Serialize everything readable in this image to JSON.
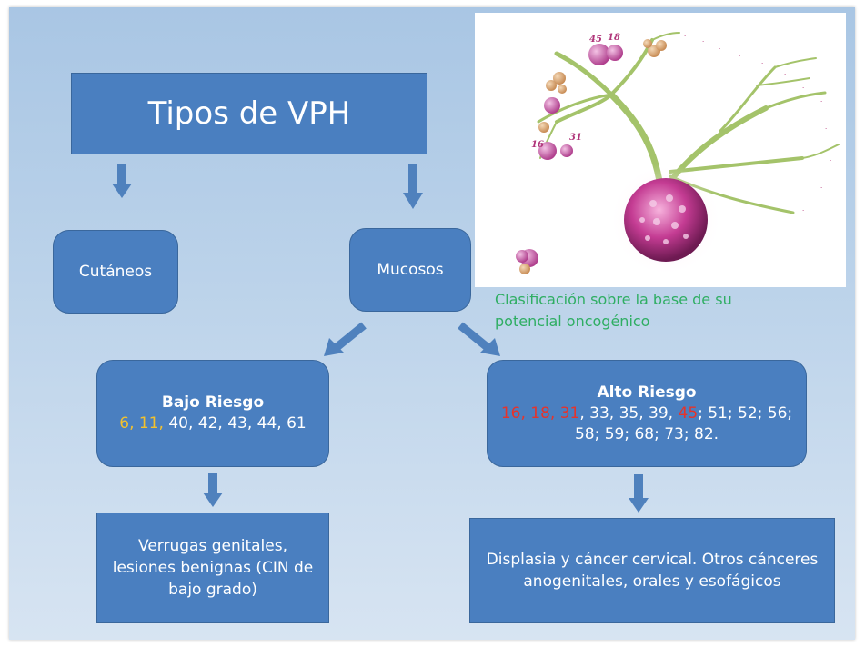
{
  "title": "Tipos de VPH",
  "categories": {
    "cutaneous": "Cutáneos",
    "mucosal": "Mucosos"
  },
  "low_risk": {
    "heading": "Bajo Riesgo",
    "highlight_1": "6",
    "sep_1": ",",
    "highlight_2": "11",
    "sep_2": ",",
    "rest": " 40, 42, 43, 44, 61"
  },
  "high_risk": {
    "heading": "Alto Riesgo",
    "highlight_1": "16",
    "sep_1": ", ",
    "highlight_2": "18",
    "sep_2": ", ",
    "highlight_3": "31",
    "rest_1": ", 33, 35, 39, ",
    "highlight_4": "45",
    "rest_2": "; 51; 52; 56; 58; 59; 68; 73; 82."
  },
  "low_risk_outcome": "Verrugas genitales, lesiones benignas (CIN de bajo grado)",
  "high_risk_outcome": "Displasia y cáncer cervical. Otros cánceres anogenitales, orales y esofágicos",
  "image_caption": "Clasificación sobre la base de su potencial oncogénico",
  "tree_labels": {
    "l45": "45",
    "l18": "18",
    "l16": "16",
    "l31": "31"
  },
  "colors": {
    "box": "#4a7fc0",
    "arrow": "#4f81bd",
    "highlight_yellow": "#f2c12e",
    "highlight_red": "#e6332a",
    "caption": "#2fae63"
  }
}
